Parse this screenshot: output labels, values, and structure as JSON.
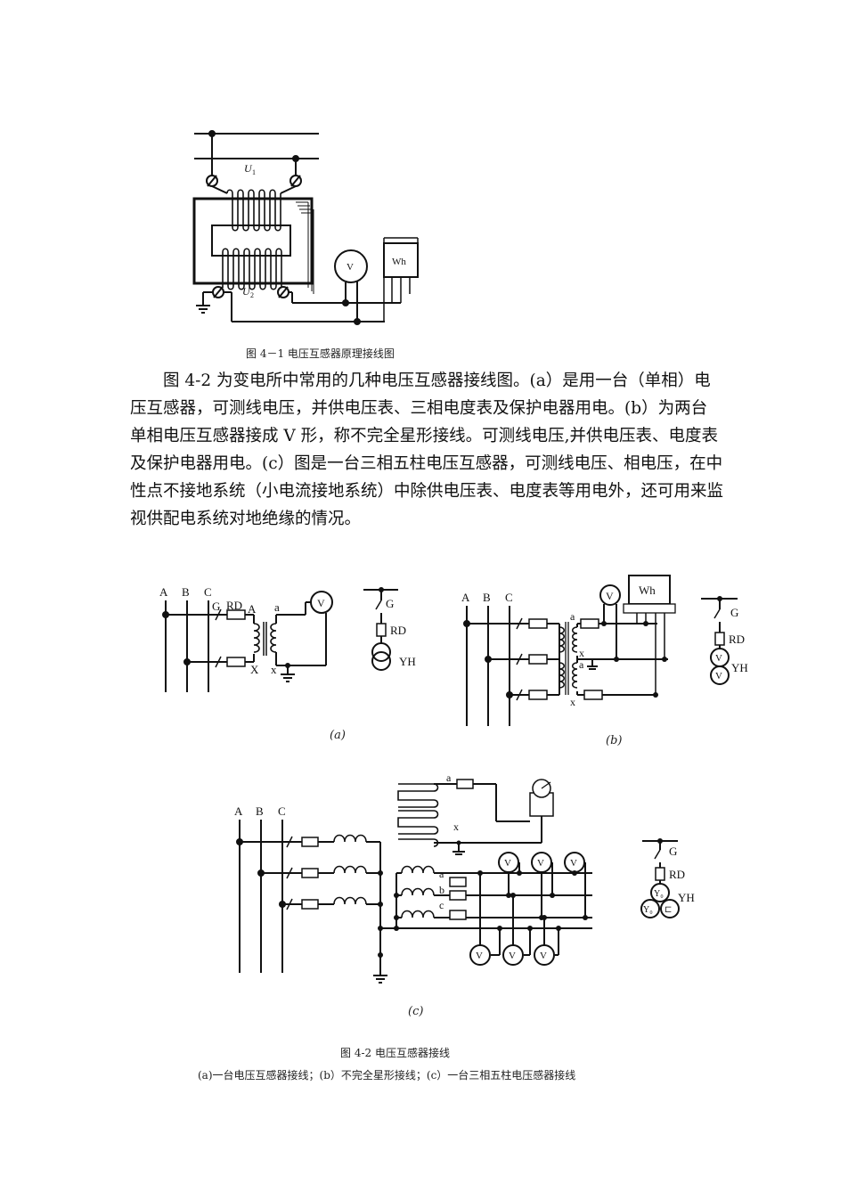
{
  "figure1": {
    "caption": "图 4－1 电压互感器原理接线图",
    "labels": {
      "u1": "U",
      "u1_sub": "1",
      "u2": "U",
      "u2_sub": "2",
      "voltmeter": "V",
      "watthour": "Wh"
    }
  },
  "paragraph": "图 4-2 为变电所中常用的几种电压互感器接线图。(a）是用一台（单相）电压互感器，可测线电压，并供电压表、三相电度表及保护电器用电。(b）为两台单相电压互感器接成 V 形，称不完全星形接线。可测线电压,并供电压表、电度表及保护电器用电。(c）图是一台三相五柱电压互感器，可测线电压、相电压，在中性点不接地系统（小电流接地系统）中除供电压表、电度表等用电外，还可用来监视供配电系统对地绝缘的情况。",
  "figure2": {
    "a": {
      "sublabel": "(a)",
      "labels": {
        "A": "A",
        "B": "B",
        "C": "C",
        "G": "G",
        "RD": "RD",
        "pA": "A",
        "a": "a",
        "X": "X",
        "x": "x",
        "V": "V",
        "G2": "G",
        "RD2": "RD",
        "YH": "YH"
      }
    },
    "b": {
      "sublabel": "(b)",
      "labels": {
        "A": "A",
        "B": "B",
        "C": "C",
        "a1": "a",
        "x1": "x",
        "a2": "a",
        "x2": "x",
        "V": "V",
        "Wh": "Wh",
        "G": "G",
        "RD": "RD",
        "YH": "YH",
        "V1": "V",
        "V2": "V"
      }
    },
    "c": {
      "sublabel": "(c)",
      "labels": {
        "A": "A",
        "B": "B",
        "C": "C",
        "a_top": "a",
        "x_top": "x",
        "a": "a",
        "b": "b",
        "c": "c",
        "V": "V",
        "G": "G",
        "RD": "RD",
        "YH": "YH",
        "Y0": "Y₀",
        "Y0b": "Y₀",
        "L": "⊏"
      }
    },
    "caption": "图 4-2  电压互感器接线",
    "subcaption": "(a)一台电压互感器接线；(b）不完全星形接线；(c）一台三相五柱电压感器接线"
  }
}
